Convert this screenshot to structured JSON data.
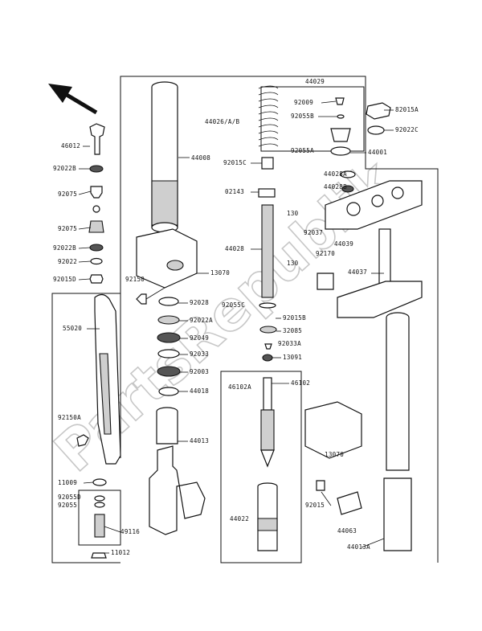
{
  "watermark": "PartsRepublik",
  "labels": {
    "p44029": "44029",
    "p92009": "92009",
    "p92055B": "92055B",
    "p92055A_top": "92055A",
    "p44001": "44001",
    "p82015A": "82015A",
    "p92022C": "92022C",
    "p44026": "44026/A/B",
    "p44008": "44008",
    "p92015C": "92015C",
    "p02143": "02143",
    "p44028": "44028",
    "p44028A": "44028A",
    "p44028B": "44028B",
    "p130a": "130",
    "p92037": "92037",
    "p44039": "44039",
    "p92170": "92170",
    "p130b": "130",
    "p44037": "44037",
    "p46012": "46012",
    "p92022B_1": "92022B",
    "p92075_1": "92075",
    "p92075_2": "92075",
    "p92022B_2": "92022B",
    "p92022": "92022",
    "p92015D_top": "92015D",
    "p92150": "92150",
    "p13070a": "13070",
    "p92028": "92028",
    "p92055C": "92055C",
    "p92015B": "92015B",
    "p55020": "55020",
    "p92022A": "92022A",
    "p92049": "92049",
    "p32085": "32085",
    "p92033A": "92033A",
    "p92033": "92033",
    "p13091": "13091",
    "p92003": "92003",
    "p44018": "44018",
    "p46102": "46102",
    "p46102A": "46102A",
    "p92150A": "92150A",
    "p13070b": "13070",
    "p44013": "44013",
    "p11009": "11009",
    "p92055D": "92055D",
    "p92055": "92055",
    "p92015": "92015",
    "p44022": "44022",
    "p44063": "44063",
    "p49116": "49116",
    "p44013A": "44013A",
    "p11012": "11012"
  }
}
